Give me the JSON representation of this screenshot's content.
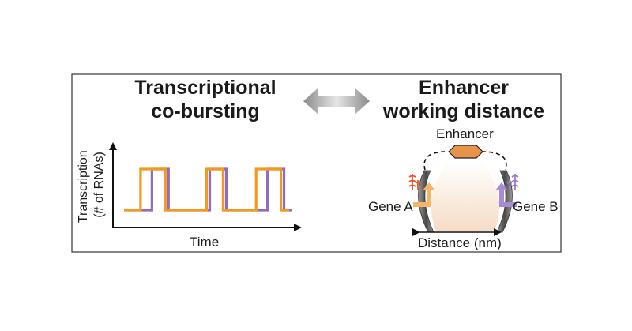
{
  "left_panel": {
    "title_line1": "Transcriptional",
    "title_line2": "co-bursting",
    "y_axis_label_line1": "Transcription",
    "y_axis_label_line2": "(# of RNAs)",
    "x_axis_label": "Time"
  },
  "right_panel": {
    "title_line1": "Enhancer",
    "title_line2": "working distance",
    "enhancer_label": "Enhancer",
    "gene_a_label": "Gene A",
    "gene_b_label": "Gene B",
    "distance_label": "Distance (nm)"
  },
  "colors": {
    "orange": "#f39a1e",
    "purple": "#8e6cc0",
    "enhancer_fill": "#e8934a",
    "gene_a_arrow": "#f6b46a",
    "gene_b_arrow": "#a88bd0",
    "transcript_a": "#e8542a",
    "transcript_b": "#9a78cc",
    "chromatin": "#5f5f5f",
    "frame": "#333333"
  },
  "chart_data": {
    "type": "line",
    "series": [
      {
        "values": [
          0,
          0,
          1,
          1,
          1,
          0,
          0,
          0,
          0,
          0,
          1,
          1,
          0,
          0,
          0,
          0,
          1,
          1,
          1,
          0,
          0
        ]
      },
      {
        "values": [
          0,
          0,
          0,
          1,
          1,
          0,
          0,
          0,
          0,
          0,
          1,
          1,
          0,
          0,
          0,
          0,
          0,
          1,
          1,
          0,
          0
        ]
      }
    ]
  }
}
